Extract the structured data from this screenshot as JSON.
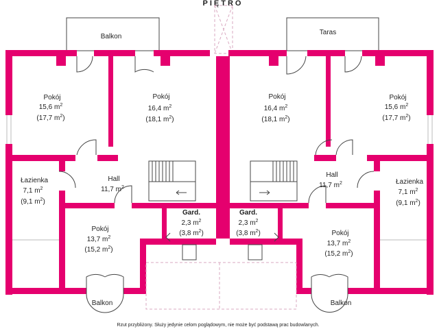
{
  "title": "PIĘTRO",
  "footnote": "Rzut przybliżony. Służy jedynie celom poglądowym, nie może być podstawą prac budowlanych.",
  "colors": {
    "walls": "#e5006e",
    "outline": "#444444"
  },
  "rooms": [
    {
      "id": "pokoj-1",
      "name": "Pokój",
      "area": "15,6 m",
      "area2": "(17,7 m",
      "sup": "2"
    },
    {
      "id": "pokoj-2",
      "name": "Pokój",
      "area": "16,4 m",
      "area2": "(18,1 m",
      "sup": "2"
    },
    {
      "id": "pokoj-3",
      "name": "Pokój",
      "area": "16,4 m",
      "area2": "(18,1 m",
      "sup": "2"
    },
    {
      "id": "pokoj-4",
      "name": "Pokój",
      "area": "15,6 m",
      "area2": "(17,7 m",
      "sup": "2"
    },
    {
      "id": "lazienka-1",
      "name": "Łazienka",
      "area": "7,1 m",
      "area2": "(9,1 m",
      "sup": "2"
    },
    {
      "id": "hall-1",
      "name": "Hall",
      "area": "11,7 m",
      "sup": "2"
    },
    {
      "id": "hall-2",
      "name": "Hall",
      "area": "11,7 m",
      "sup": "2"
    },
    {
      "id": "lazienka-2",
      "name": "Łazienka",
      "area": "7,1 m",
      "area2": "(9,1 m",
      "sup": "2"
    },
    {
      "id": "gard-1",
      "name": "Gard.",
      "area": "2,3 m",
      "area2": "(3,8 m",
      "sup": "2"
    },
    {
      "id": "gard-2",
      "name": "Gard.",
      "area": "2,3 m",
      "area2": "(3,8 m",
      "sup": "2"
    },
    {
      "id": "pokoj-5",
      "name": "Pokój",
      "area": "13,7 m",
      "area2": "(15,2 m",
      "sup": "2"
    },
    {
      "id": "pokoj-6",
      "name": "Pokój",
      "area": "13,7 m",
      "area2": "(15,2 m",
      "sup": "2"
    }
  ],
  "outdoor": [
    {
      "id": "balkon-top",
      "name": "Balkon"
    },
    {
      "id": "taras",
      "name": "Taras"
    },
    {
      "id": "balkon-bottom-left",
      "name": "Balkon"
    },
    {
      "id": "balkon-bottom-right",
      "name": "Balkon"
    }
  ]
}
